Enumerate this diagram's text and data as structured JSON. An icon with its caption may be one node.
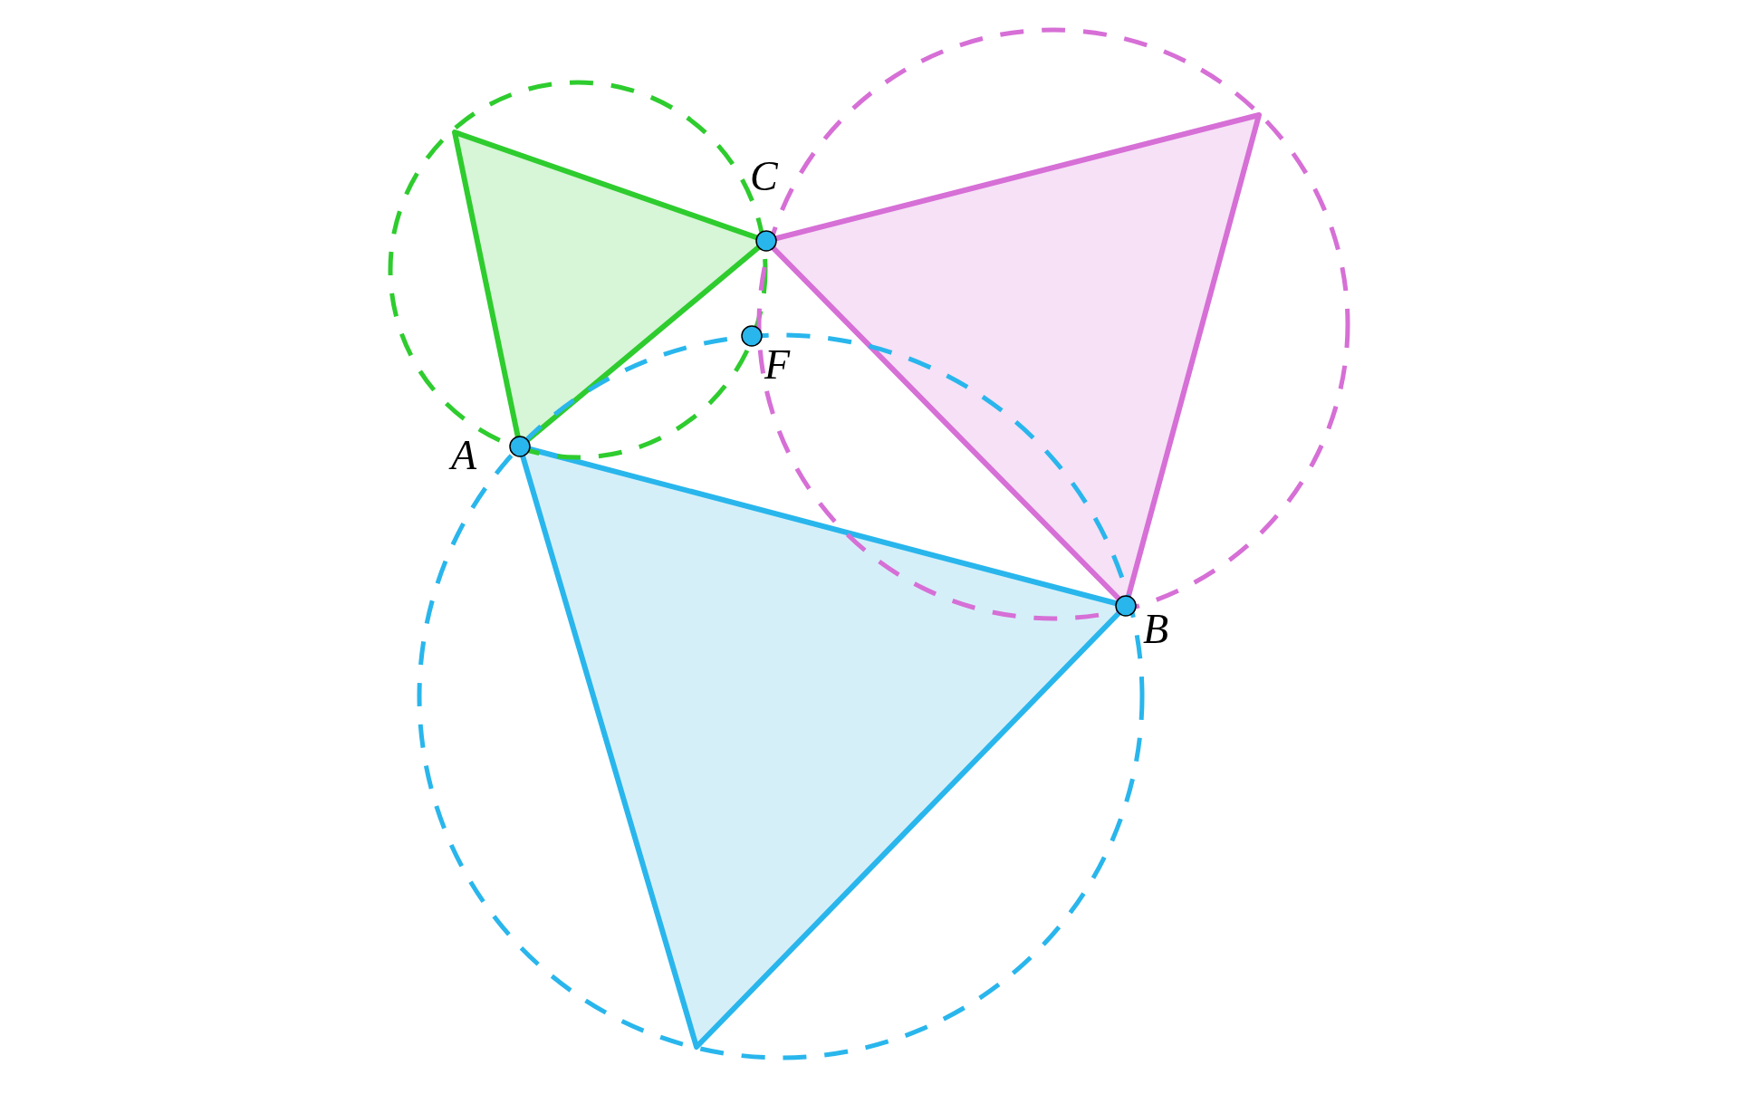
{
  "diagram": {
    "labels": [
      "C",
      "F",
      "A",
      "B"
    ]
  }
}
